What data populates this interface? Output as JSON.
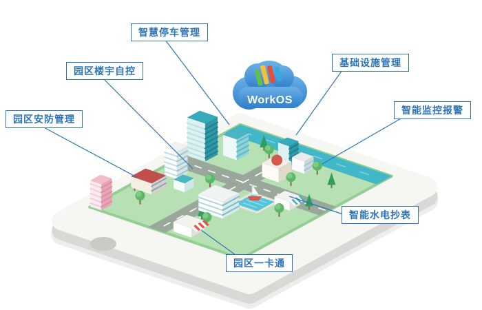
{
  "cloud": {
    "label": "WorkOS"
  },
  "labels": [
    {
      "id": "smart-parking",
      "text": "智慧停车管理"
    },
    {
      "id": "building-automation",
      "text": "园区楼宇自控"
    },
    {
      "id": "security-management",
      "text": "园区安防管理"
    },
    {
      "id": "infrastructure-management",
      "text": "基础设施管理"
    },
    {
      "id": "monitoring-alarm",
      "text": "智能监控报警"
    },
    {
      "id": "water-power-metering",
      "text": "智能水电抄表"
    },
    {
      "id": "one-card-pass",
      "text": "园区一卡通"
    }
  ],
  "colors": {
    "accent": "#2e74b5",
    "cloud_top": "#6ab0e6",
    "cloud_bottom": "#2f7ec8",
    "grass": "#b7e0b4",
    "road": "#9aa89b",
    "water": "#41b7c8",
    "logo_green": "#63bf4d",
    "logo_yellow": "#f2c23e",
    "logo_red": "#e2503c",
    "logo_blue": "#37a9e1"
  }
}
